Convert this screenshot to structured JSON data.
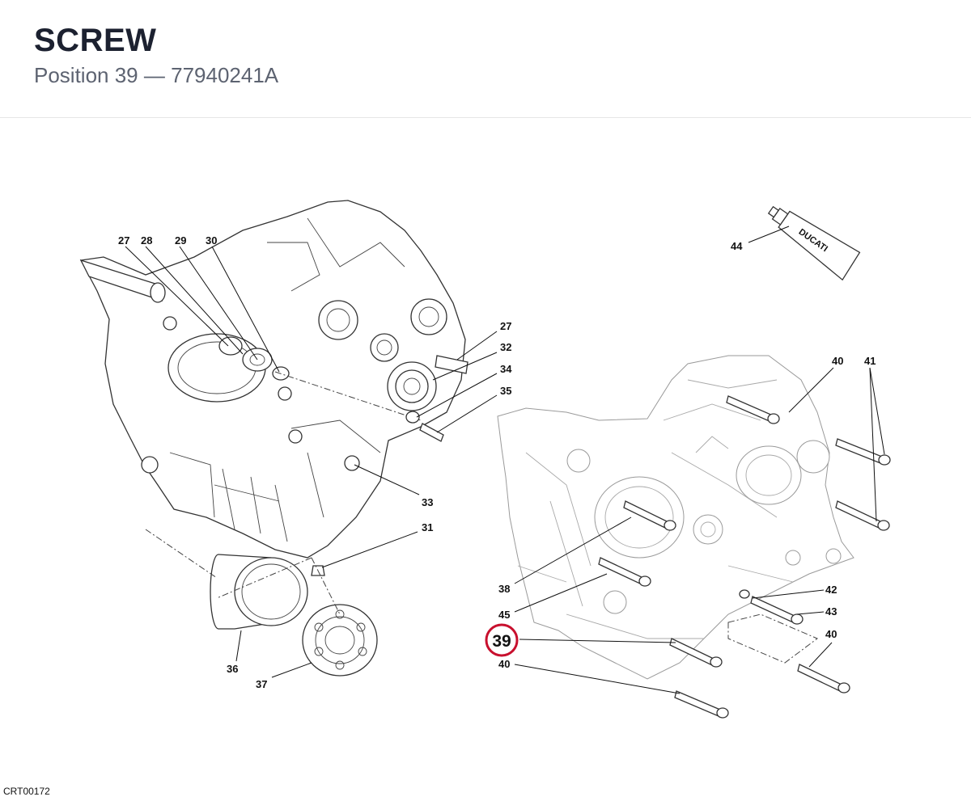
{
  "header": {
    "title": "SCREW",
    "position_label": "Position 39",
    "separator": "—",
    "part_number": "77940241A"
  },
  "diagram": {
    "highlighted_label": "39",
    "highlight_color": "#c8102e",
    "tube_brand": "DUCATI",
    "callouts": {
      "c27a": "27",
      "c28": "28",
      "c29": "29",
      "c30": "30",
      "c27b": "27",
      "c32": "32",
      "c34": "34",
      "c35": "35",
      "c33": "33",
      "c31": "31",
      "c36": "36",
      "c37": "37",
      "c44": "44",
      "c40a": "40",
      "c41": "41",
      "c38": "38",
      "c45": "45",
      "c42": "42",
      "c43": "43",
      "c40b": "40",
      "c40c": "40"
    }
  },
  "footer": {
    "figure_code": "CRT00172"
  }
}
